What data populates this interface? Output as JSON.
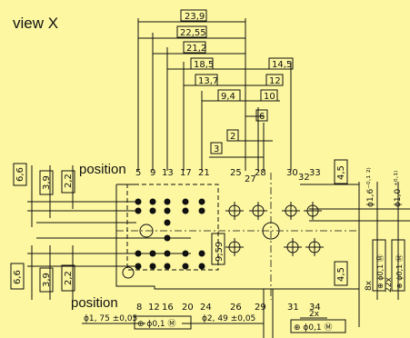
{
  "view_title": "view X",
  "position_top": "position",
  "position_bottom": "position",
  "dims_top": {
    "d239": "23,9",
    "d2255": "22,55",
    "d212": "21,2",
    "d185": "18,5",
    "d145": "14,5",
    "d137": "13,7",
    "d12": "12",
    "d94": "9,4",
    "d10": "10",
    "d6": "6",
    "d2": "2",
    "d3": "3"
  },
  "pin_numbers_top": [
    "5",
    "9",
    "13",
    "17",
    "21",
    "25",
    "27",
    "28",
    "30",
    "32",
    "33"
  ],
  "pin_numbers_bottom": [
    "8",
    "12",
    "16",
    "20",
    "24",
    "26",
    "29",
    "31",
    "34"
  ],
  "dims_left": {
    "d66": "6,6",
    "d39a": "3,9",
    "d22a": "2,2",
    "d66b": "6,6",
    "d39b": "3,9",
    "d22b": "2,2"
  },
  "dims_right": {
    "d45a": "4,5",
    "d959": "9,59",
    "d45b": "4,5",
    "hole_a": "ϕ1,6⁻⁰·¹ ²⁾",
    "hole_b": "ϕ1,0 ⁺⁰·¹⁾",
    "tol_8x": "8x",
    "tol_2x": "2x",
    "tol_22x": "22x",
    "tol_frame": "⊕ ϕ0,1 Ⓜ"
  },
  "dims_bottom": {
    "hole_175": "ϕ1, 75 ±0,05",
    "hole_249": "ϕ2, 49 ±0,05",
    "tol_frame_a": "⊕  ϕ0,1 Ⓜ",
    "tol_frame_b": "⊕  ϕ0,1 Ⓜ",
    "count_2x": "2x"
  }
}
